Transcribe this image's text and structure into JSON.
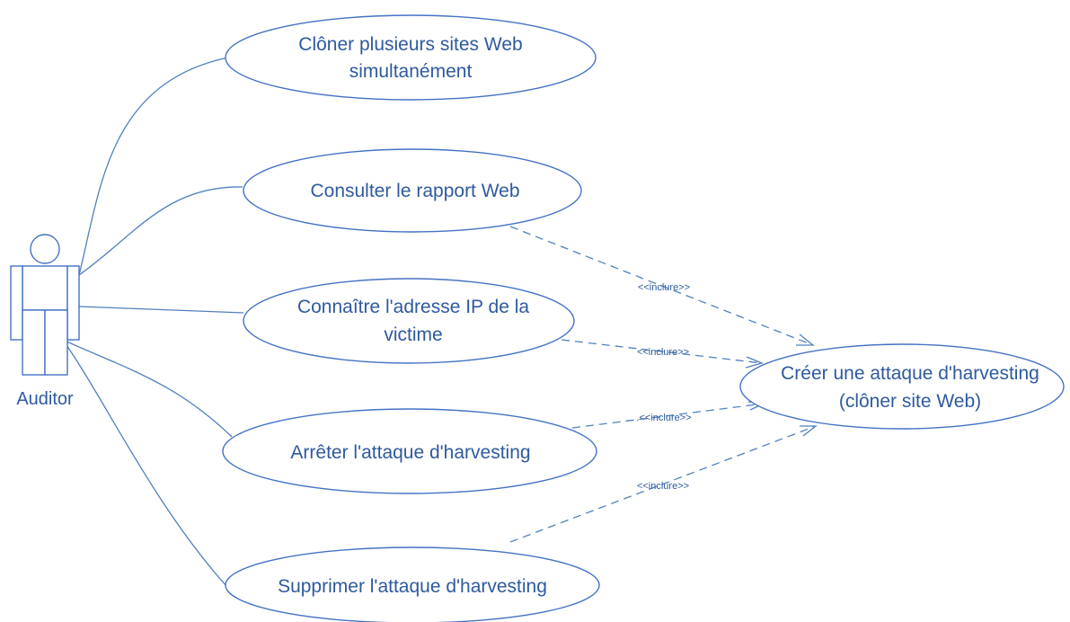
{
  "actor": {
    "label": "Auditor"
  },
  "use_cases": [
    {
      "id": "uc1",
      "lines": [
        "Clôner plusieurs sites Web",
        "simultanément"
      ]
    },
    {
      "id": "uc2",
      "lines": [
        "Consulter le rapport Web"
      ]
    },
    {
      "id": "uc3",
      "lines": [
        "Connaître l'adresse IP de la",
        "victime"
      ]
    },
    {
      "id": "uc4",
      "lines": [
        "Arrêter l'attaque d'harvesting"
      ]
    },
    {
      "id": "uc5",
      "lines": [
        "Supprimer l'attaque d'harvesting"
      ]
    },
    {
      "id": "uc6",
      "lines": [
        "Créer une attaque d'harvesting",
        "(clôner site Web)"
      ]
    }
  ],
  "associations": [
    "uc1",
    "uc2",
    "uc3",
    "uc4",
    "uc5"
  ],
  "includes": [
    {
      "from": "uc2",
      "to": "uc6",
      "label": "<<inclure>>"
    },
    {
      "from": "uc3",
      "to": "uc6",
      "label": "<<inclure>>"
    },
    {
      "from": "uc4",
      "to": "uc6",
      "label": ".<<inclure>>"
    },
    {
      "from": "uc5",
      "to": "uc6",
      "label": "<<inclure>>"
    }
  ],
  "colors": {
    "stroke": "#4472c4",
    "text": "#2e5a9e"
  }
}
